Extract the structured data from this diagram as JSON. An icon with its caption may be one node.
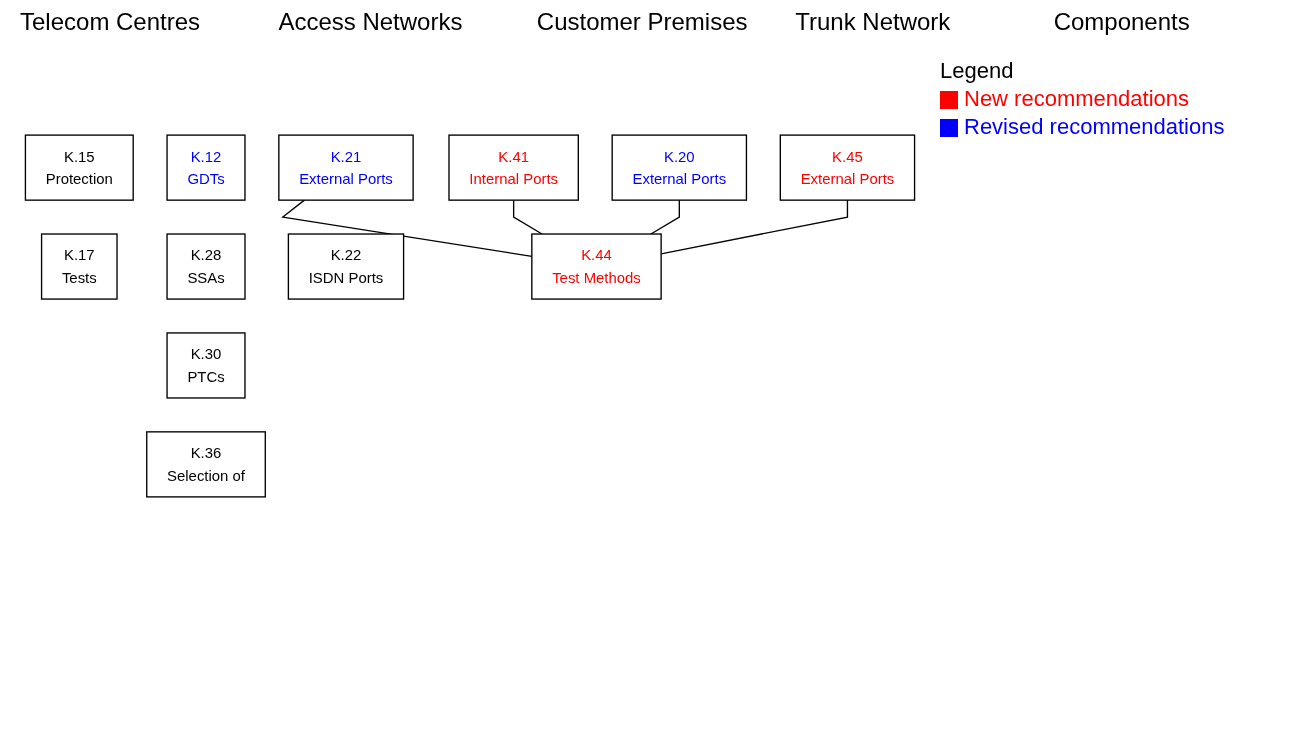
{
  "diagram": {
    "nodes": [
      {
        "text": [
          "K.20",
          "External Ports"
        ]
      },
      {
        "text": [
          "K.45",
          "External Ports"
        ]
      },
      {
        "text": [
          "K.21",
          "External Ports"
        ]
      },
      {
        "text": [
          "K.15",
          "Protection"
        ]
      },
      {
        "text": [
          "K.12",
          "GDTs"
        ]
      },
      {
        "text": [
          "K.41",
          "Internal Ports"
        ]
      },
      {
        "text": [
          "K.22",
          "ISDN Ports"
        ]
      },
      {
        "text": [
          "K.17",
          "Tests"
        ]
      },
      {
        "text": [
          "K.28",
          "SSAs"
        ]
      },
      {
        "text": [
          "K.44",
          "Test Methods"
        ]
      },
      {
        "text": [
          "K.30",
          "PTCs"
        ]
      },
      {
        "text": [
          "K.36",
          "Selection of"
        ]
      }
    ],
    "edges": [
      {
        "from": 5,
        "to": 9,
        "arrow": "none"
      },
      {
        "from": 0,
        "to": 9,
        "arrow": "none"
      },
      {
        "from": 1,
        "to": 9,
        "arrow": "none"
      },
      {
        "from": 2,
        "to": 9,
        "arrow": "none"
      }
    ],
    "labels": [
      "Telecom Centres",
      "Access Networks",
      "Customer Premises",
      "Trunk Network",
      "Components",
      "Legend"
    ],
    "legend": [
      {
        "text": "New recommendations",
        "color": "#ff0000"
      },
      {
        "text": "Revised recommendations",
        "color": "#0000ff"
      }
    ]
  }
}
